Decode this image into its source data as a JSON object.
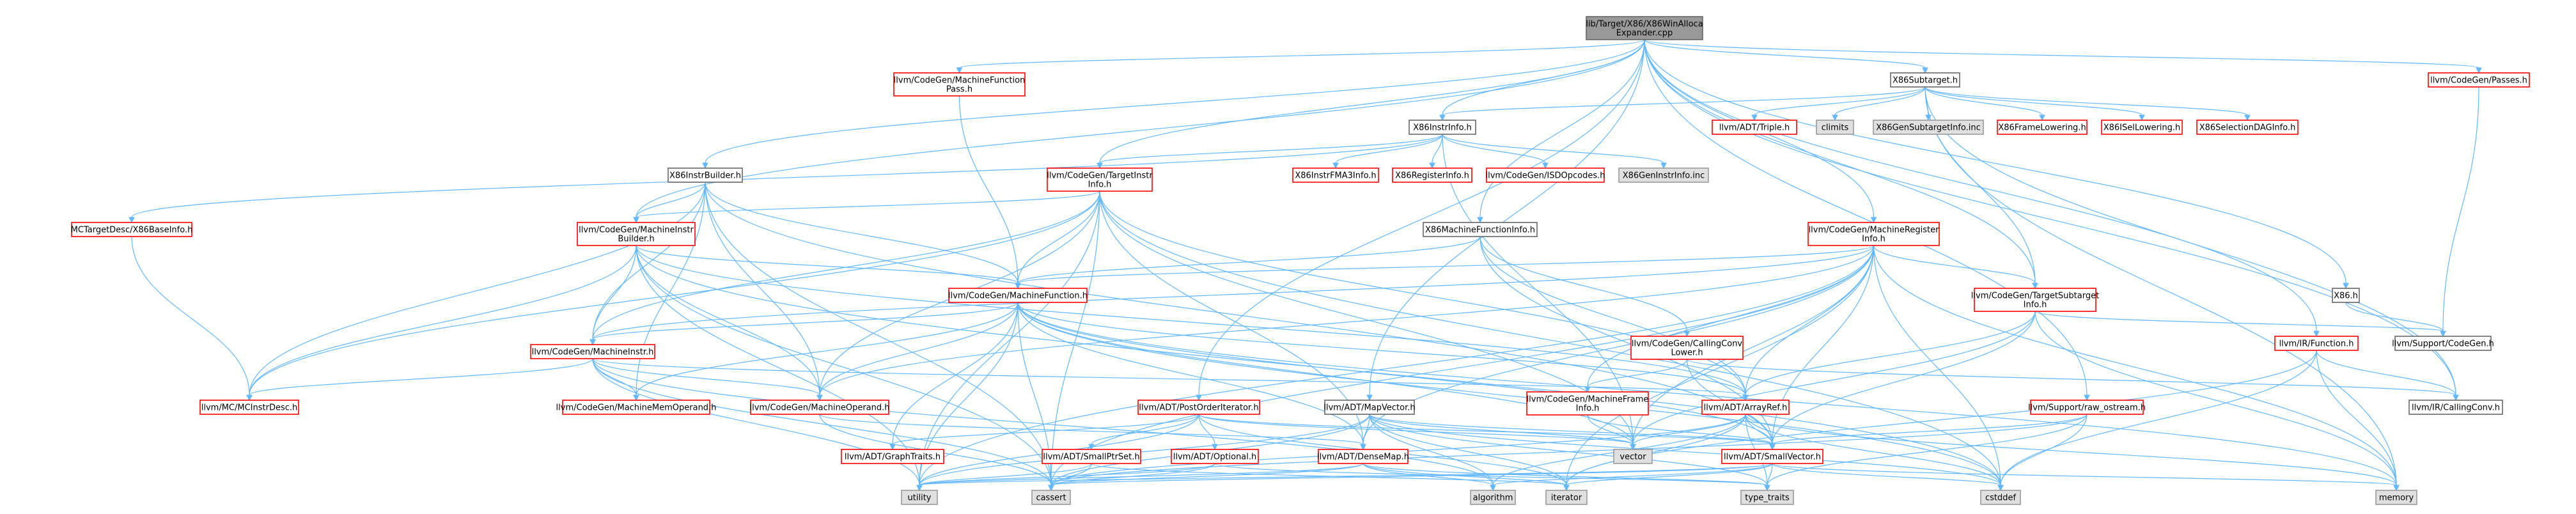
{
  "root": {
    "lines": [
      "lib/Target/X86/X86WinAlloca",
      "Expander.cpp"
    ]
  },
  "nodes": [
    {
      "id": "mfpass",
      "lines": [
        "llvm/CodeGen/MachineFunction",
        "Pass.h"
      ],
      "style": "red"
    },
    {
      "id": "x86subtarget",
      "lines": [
        "X86Subtarget.h"
      ],
      "style": "black"
    },
    {
      "id": "passes",
      "lines": [
        "llvm/CodeGen/Passes.h"
      ],
      "style": "red"
    },
    {
      "id": "x86instrinfo",
      "lines": [
        "X86InstrInfo.h"
      ],
      "style": "black"
    },
    {
      "id": "triple",
      "lines": [
        "llvm/ADT/Triple.h"
      ],
      "style": "red"
    },
    {
      "id": "climits",
      "lines": [
        "climits"
      ],
      "style": "gray"
    },
    {
      "id": "genSubtarget",
      "lines": [
        "X86GenSubtargetInfo.inc"
      ],
      "style": "gray"
    },
    {
      "id": "frameLowering",
      "lines": [
        "X86FrameLowering.h"
      ],
      "style": "red"
    },
    {
      "id": "iselLowering",
      "lines": [
        "X86ISelLowering.h"
      ],
      "style": "red"
    },
    {
      "id": "selDAG",
      "lines": [
        "X86SelectionDAGInfo.h"
      ],
      "style": "red"
    },
    {
      "id": "targetInstrInfo",
      "lines": [
        "llvm/CodeGen/TargetInstr",
        "Info.h"
      ],
      "style": "red"
    },
    {
      "id": "instrBuilderX86",
      "lines": [
        "X86InstrBuilder.h"
      ],
      "style": "black"
    },
    {
      "id": "fma3",
      "lines": [
        "X86InstrFMA3Info.h"
      ],
      "style": "red"
    },
    {
      "id": "registerInfo",
      "lines": [
        "X86RegisterInfo.h"
      ],
      "style": "red"
    },
    {
      "id": "isdOpcodes",
      "lines": [
        "llvm/CodeGen/ISDOpcodes.h"
      ],
      "style": "red"
    },
    {
      "id": "genInstrInfo",
      "lines": [
        "X86GenInstrInfo.inc"
      ],
      "style": "gray"
    },
    {
      "id": "mcBaseInfo",
      "lines": [
        "MCTargetDesc/X86BaseInfo.h"
      ],
      "style": "red"
    },
    {
      "id": "mInstrBuilder",
      "lines": [
        "llvm/CodeGen/MachineInstr",
        "Builder.h"
      ],
      "style": "red"
    },
    {
      "id": "x86MFInfo",
      "lines": [
        "X86MachineFunctionInfo.h"
      ],
      "style": "black"
    },
    {
      "id": "mRegInfo",
      "lines": [
        "llvm/CodeGen/MachineRegister",
        "Info.h"
      ],
      "style": "red"
    },
    {
      "id": "x86h",
      "lines": [
        "X86.h"
      ],
      "style": "black"
    },
    {
      "id": "machineFunction",
      "lines": [
        "llvm/CodeGen/MachineFunction.h"
      ],
      "style": "red"
    },
    {
      "id": "targetSubtarget",
      "lines": [
        "llvm/CodeGen/TargetSubtarget",
        "Info.h"
      ],
      "style": "red"
    },
    {
      "id": "supportCodeGen",
      "lines": [
        "llvm/Support/CodeGen.h"
      ],
      "style": "black"
    },
    {
      "id": "ccLower",
      "lines": [
        "llvm/CodeGen/CallingConv",
        "Lower.h"
      ],
      "style": "red"
    },
    {
      "id": "irFunction",
      "lines": [
        "llvm/IR/Function.h"
      ],
      "style": "red"
    },
    {
      "id": "mcInstrDesc",
      "lines": [
        "llvm/MC/MCInstrDesc.h"
      ],
      "style": "red"
    },
    {
      "id": "machineInstr",
      "lines": [
        "llvm/CodeGen/MachineInstr.h"
      ],
      "style": "red"
    },
    {
      "id": "memOperand",
      "lines": [
        "llvm/CodeGen/MachineMemOperand.h"
      ],
      "style": "red"
    },
    {
      "id": "mOperand",
      "lines": [
        "llvm/CodeGen/MachineOperand.h"
      ],
      "style": "red"
    },
    {
      "id": "mFrameInfo",
      "lines": [
        "llvm/CodeGen/MachineFrame",
        "Info.h"
      ],
      "style": "red"
    },
    {
      "id": "arrayRef",
      "lines": [
        "llvm/ADT/ArrayRef.h"
      ],
      "style": "red"
    },
    {
      "id": "rawOstream",
      "lines": [
        "llvm/Support/raw_ostream.h"
      ],
      "style": "red"
    },
    {
      "id": "irCallingConv",
      "lines": [
        "llvm/IR/CallingConv.h"
      ],
      "style": "black"
    },
    {
      "id": "postOrder",
      "lines": [
        "llvm/ADT/PostOrderIterator.h"
      ],
      "style": "red"
    },
    {
      "id": "mapVector",
      "lines": [
        "llvm/ADT/MapVector.h"
      ],
      "style": "black"
    },
    {
      "id": "graphTraits",
      "lines": [
        "llvm/ADT/GraphTraits.h"
      ],
      "style": "red"
    },
    {
      "id": "smallPtrSet",
      "lines": [
        "llvm/ADT/SmallPtrSet.h"
      ],
      "style": "red"
    },
    {
      "id": "optional",
      "lines": [
        "llvm/ADT/Optional.h"
      ],
      "style": "red"
    },
    {
      "id": "denseMap",
      "lines": [
        "llvm/ADT/DenseMap.h"
      ],
      "style": "red"
    },
    {
      "id": "vector",
      "lines": [
        "vector"
      ],
      "style": "gray"
    },
    {
      "id": "smallVector",
      "lines": [
        "llvm/ADT/SmallVector.h"
      ],
      "style": "red"
    },
    {
      "id": "utility",
      "lines": [
        "utility"
      ],
      "style": "gray"
    },
    {
      "id": "cassert",
      "lines": [
        "cassert"
      ],
      "style": "gray"
    },
    {
      "id": "algorithm",
      "lines": [
        "algorithm"
      ],
      "style": "gray"
    },
    {
      "id": "iterator",
      "lines": [
        "iterator"
      ],
      "style": "gray"
    },
    {
      "id": "typeTraits",
      "lines": [
        "type_traits"
      ],
      "style": "gray"
    },
    {
      "id": "cstddef",
      "lines": [
        "cstddef"
      ],
      "style": "gray"
    },
    {
      "id": "memory",
      "lines": [
        "memory"
      ],
      "style": "gray"
    }
  ],
  "edges": [
    [
      "root",
      "mfpass"
    ],
    [
      "root",
      "x86subtarget"
    ],
    [
      "root",
      "passes"
    ],
    [
      "root",
      "x86instrinfo"
    ],
    [
      "root",
      "targetInstrInfo"
    ],
    [
      "root",
      "instrBuilderX86"
    ],
    [
      "root",
      "mInstrBuilder"
    ],
    [
      "root",
      "x86MFInfo"
    ],
    [
      "root",
      "mRegInfo"
    ],
    [
      "root",
      "x86h"
    ],
    [
      "root",
      "targetSubtarget"
    ],
    [
      "root",
      "irFunction"
    ],
    [
      "root",
      "rawOstream"
    ],
    [
      "root",
      "postOrder"
    ],
    [
      "root",
      "mapVector"
    ],
    [
      "root",
      "irCallingConv"
    ],
    [
      "mfpass",
      "machineFunction"
    ],
    [
      "x86subtarget",
      "x86instrinfo"
    ],
    [
      "x86subtarget",
      "triple"
    ],
    [
      "x86subtarget",
      "climits"
    ],
    [
      "x86subtarget",
      "genSubtarget"
    ],
    [
      "x86subtarget",
      "frameLowering"
    ],
    [
      "x86subtarget",
      "iselLowering"
    ],
    [
      "x86subtarget",
      "selDAG"
    ],
    [
      "x86subtarget",
      "targetSubtarget"
    ],
    [
      "x86subtarget",
      "irCallingConv"
    ],
    [
      "x86subtarget",
      "memory"
    ],
    [
      "passes",
      "supportCodeGen"
    ],
    [
      "x86instrinfo",
      "targetInstrInfo"
    ],
    [
      "x86instrinfo",
      "fma3"
    ],
    [
      "x86instrinfo",
      "registerInfo"
    ],
    [
      "x86instrinfo",
      "isdOpcodes"
    ],
    [
      "x86instrinfo",
      "genInstrInfo"
    ],
    [
      "x86instrinfo",
      "mcBaseInfo"
    ],
    [
      "x86instrinfo",
      "vector"
    ],
    [
      "targetInstrInfo",
      "mInstrBuilder"
    ],
    [
      "targetInstrInfo",
      "machineFunction"
    ],
    [
      "targetInstrInfo",
      "machineInstr"
    ],
    [
      "targetInstrInfo",
      "mOperand"
    ],
    [
      "targetInstrInfo",
      "mcInstrDesc"
    ],
    [
      "targetInstrInfo",
      "arrayRef"
    ],
    [
      "targetInstrInfo",
      "denseMap"
    ],
    [
      "targetInstrInfo",
      "vector"
    ],
    [
      "targetInstrInfo",
      "cassert"
    ],
    [
      "targetInstrInfo",
      "cstddef"
    ],
    [
      "targetInstrInfo",
      "utility"
    ],
    [
      "instrBuilderX86",
      "mInstrBuilder"
    ],
    [
      "instrBuilderX86",
      "machineFunction"
    ],
    [
      "instrBuilderX86",
      "machineInstr"
    ],
    [
      "instrBuilderX86",
      "mOperand"
    ],
    [
      "instrBuilderX86",
      "memOperand"
    ],
    [
      "instrBuilderX86",
      "mcInstrDesc"
    ],
    [
      "instrBuilderX86",
      "smallVector"
    ],
    [
      "instrBuilderX86",
      "cassert"
    ],
    [
      "mcBaseInfo",
      "mcInstrDesc"
    ],
    [
      "mInstrBuilder",
      "machineFunction"
    ],
    [
      "mInstrBuilder",
      "machineInstr"
    ],
    [
      "mInstrBuilder",
      "mOperand"
    ],
    [
      "mInstrBuilder",
      "mcInstrDesc"
    ],
    [
      "mInstrBuilder",
      "arrayRef"
    ],
    [
      "mInstrBuilder",
      "cassert"
    ],
    [
      "mInstrBuilder",
      "cstddef"
    ],
    [
      "mInstrBuilder",
      "utility"
    ],
    [
      "x86MFInfo",
      "machineFunction"
    ],
    [
      "x86MFInfo",
      "ccLower"
    ],
    [
      "x86MFInfo",
      "arrayRef"
    ],
    [
      "x86MFInfo",
      "smallVector"
    ],
    [
      "mRegInfo",
      "machineFunction"
    ],
    [
      "mRegInfo",
      "machineInstr"
    ],
    [
      "mRegInfo",
      "mOperand"
    ],
    [
      "mRegInfo",
      "targetSubtarget"
    ],
    [
      "mRegInfo",
      "mFrameInfo"
    ],
    [
      "mRegInfo",
      "arrayRef"
    ],
    [
      "mRegInfo",
      "smallVector"
    ],
    [
      "mRegInfo",
      "vector"
    ],
    [
      "mRegInfo",
      "iterator"
    ],
    [
      "mRegInfo",
      "memory"
    ],
    [
      "mRegInfo",
      "cassert"
    ],
    [
      "mRegInfo",
      "cstddef"
    ],
    [
      "mRegInfo",
      "utility"
    ],
    [
      "mRegInfo",
      "denseMap"
    ],
    [
      "x86h",
      "supportCodeGen"
    ],
    [
      "machineFunction",
      "machineInstr"
    ],
    [
      "machineFunction",
      "memOperand"
    ],
    [
      "machineFunction",
      "mOperand"
    ],
    [
      "machineFunction",
      "graphTraits"
    ],
    [
      "machineFunction",
      "arrayRef"
    ],
    [
      "machineFunction",
      "denseMap"
    ],
    [
      "machineFunction",
      "smallVector"
    ],
    [
      "machineFunction",
      "vector"
    ],
    [
      "machineFunction",
      "cassert"
    ],
    [
      "machineFunction",
      "cstddef"
    ],
    [
      "machineFunction",
      "memory"
    ],
    [
      "machineFunction",
      "utility"
    ],
    [
      "targetSubtarget",
      "arrayRef"
    ],
    [
      "targetSubtarget",
      "smallVector"
    ],
    [
      "targetSubtarget",
      "supportCodeGen"
    ],
    [
      "targetSubtarget",
      "memory"
    ],
    [
      "targetSubtarget",
      "vector"
    ],
    [
      "ccLower",
      "mFrameInfo"
    ],
    [
      "ccLower",
      "irCallingConv"
    ],
    [
      "ccLower",
      "smallVector"
    ],
    [
      "irFunction",
      "irCallingConv"
    ],
    [
      "irFunction",
      "memory"
    ],
    [
      "irFunction",
      "cstddef"
    ],
    [
      "irFunction",
      "iterator"
    ],
    [
      "machineInstr",
      "mcInstrDesc"
    ],
    [
      "machineInstr",
      "memOperand"
    ],
    [
      "machineInstr",
      "mOperand"
    ],
    [
      "machineInstr",
      "arrayRef"
    ],
    [
      "machineInstr",
      "cassert"
    ],
    [
      "machineInstr",
      "utility"
    ],
    [
      "machineInstr",
      "algorithm"
    ],
    [
      "mOperand",
      "denseMap"
    ],
    [
      "mOperand",
      "cassert"
    ],
    [
      "mFrameInfo",
      "smallVector"
    ],
    [
      "mFrameInfo",
      "vector"
    ],
    [
      "arrayRef",
      "smallVector"
    ],
    [
      "arrayRef",
      "vector"
    ],
    [
      "arrayRef",
      "algorithm"
    ],
    [
      "arrayRef",
      "cassert"
    ],
    [
      "arrayRef",
      "cstddef"
    ],
    [
      "arrayRef",
      "iterator"
    ],
    [
      "arrayRef",
      "memory"
    ],
    [
      "arrayRef",
      "typeTraits"
    ],
    [
      "rawOstream",
      "smallVector"
    ],
    [
      "rawOstream",
      "cassert"
    ],
    [
      "rawOstream",
      "cstddef"
    ],
    [
      "rawOstream",
      "typeTraits"
    ],
    [
      "postOrder",
      "graphTraits"
    ],
    [
      "postOrder",
      "smallPtrSet"
    ],
    [
      "postOrder",
      "optional"
    ],
    [
      "postOrder",
      "smallVector"
    ],
    [
      "postOrder",
      "iterator"
    ],
    [
      "postOrder",
      "utility"
    ],
    [
      "postOrder",
      "vector"
    ],
    [
      "mapVector",
      "denseMap"
    ],
    [
      "mapVector",
      "smallVector"
    ],
    [
      "mapVector",
      "vector"
    ],
    [
      "mapVector",
      "algorithm"
    ],
    [
      "mapVector",
      "cassert"
    ],
    [
      "mapVector",
      "cstddef"
    ],
    [
      "mapVector",
      "iterator"
    ],
    [
      "mapVector",
      "typeTraits"
    ],
    [
      "mapVector",
      "utility"
    ],
    [
      "smallPtrSet",
      "cassert"
    ],
    [
      "smallPtrSet",
      "utility"
    ],
    [
      "smallPtrSet",
      "iterator"
    ],
    [
      "optional",
      "cassert"
    ],
    [
      "optional",
      "utility"
    ],
    [
      "optional",
      "typeTraits"
    ],
    [
      "denseMap",
      "algorithm"
    ],
    [
      "denseMap",
      "cassert"
    ],
    [
      "denseMap",
      "iterator"
    ],
    [
      "denseMap",
      "typeTraits"
    ],
    [
      "denseMap",
      "utility"
    ],
    [
      "smallVector",
      "algorithm"
    ],
    [
      "smallVector",
      "cassert"
    ],
    [
      "smallVector",
      "cstddef"
    ],
    [
      "smallVector",
      "iterator"
    ],
    [
      "smallVector",
      "memory"
    ],
    [
      "smallVector",
      "typeTraits"
    ],
    [
      "smallVector",
      "utility"
    ]
  ]
}
